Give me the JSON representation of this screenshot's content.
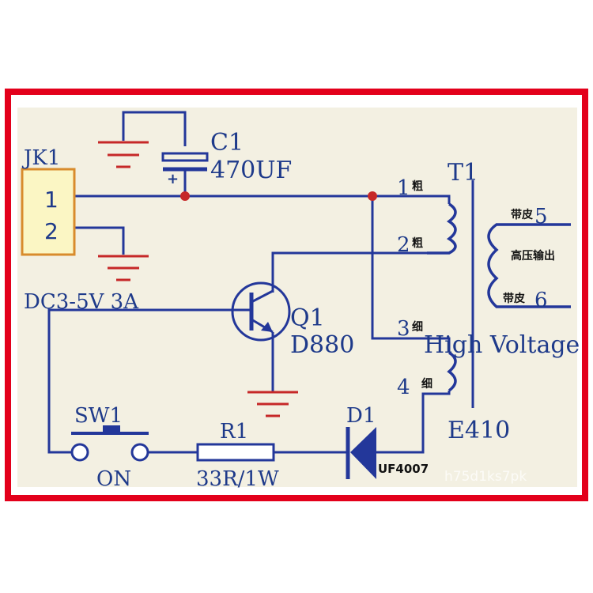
{
  "connector": {
    "ref": "JK1",
    "pin1": "1",
    "pin2": "2",
    "rating": "DC3-5V 3A"
  },
  "capacitor": {
    "ref": "C1",
    "value": "470UF",
    "polarity": "+"
  },
  "transistor": {
    "ref": "Q1",
    "part": "D880"
  },
  "switch": {
    "ref": "SW1",
    "state": "ON"
  },
  "resistor": {
    "ref": "R1",
    "value": "33R/1W"
  },
  "diode": {
    "ref": "D1",
    "part": "UF4007"
  },
  "transformer": {
    "ref": "T1",
    "part": "E410",
    "subtitle": "High Voltage",
    "pins": [
      {
        "num": "1",
        "note": "粗"
      },
      {
        "num": "2",
        "note": "粗"
      },
      {
        "num": "3",
        "note": "细"
      },
      {
        "num": "4",
        "note": "细"
      },
      {
        "num": "5",
        "note": "带皮"
      },
      {
        "num": "6",
        "note": "带皮"
      }
    ],
    "output_label": "高压输出"
  },
  "watermark": "h75d1ks7pk",
  "colors": {
    "frame": "#e3001b",
    "board": "#f3f0e2",
    "wire": "#23379a",
    "ground": "#c62828",
    "node": "#c62828",
    "connector_fill": "#fbf6c4",
    "connector_border": "#d88b2c"
  }
}
